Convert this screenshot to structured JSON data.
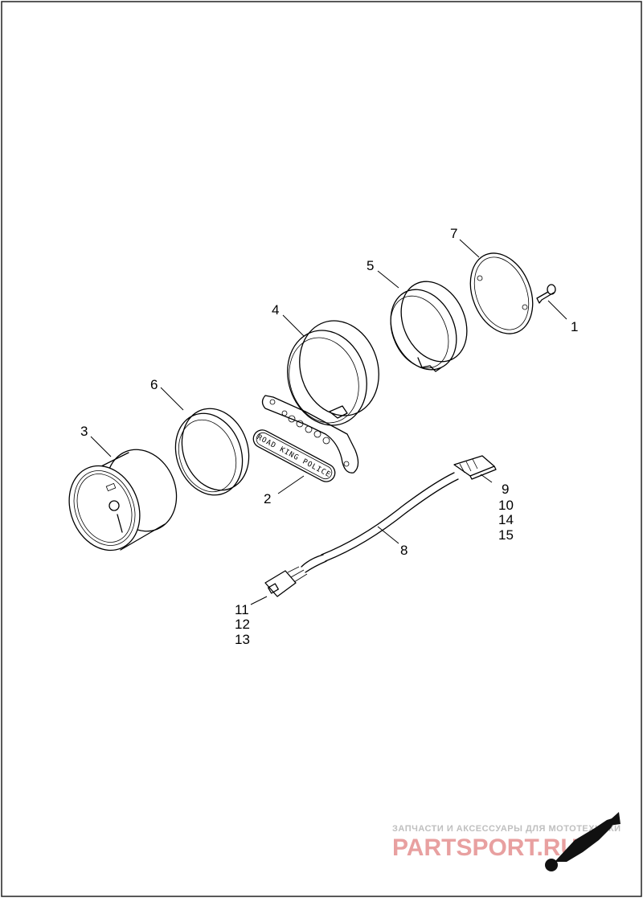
{
  "callouts": {
    "c1": "1",
    "c2": "2",
    "c3": "3",
    "c4": "4",
    "c5": "5",
    "c6": "6",
    "c7": "7",
    "c8": "8",
    "c9": "9",
    "c10": "10",
    "c14": "14",
    "c15": "15",
    "c11": "11",
    "c12": "12",
    "c13": "13"
  },
  "plate": {
    "text": "ROAD KING POLICE"
  },
  "watermark": {
    "tagline": "ЗАПЧАСТИ И АКСЕССУАРЫ ДЛЯ МОТОТЕХНИКИ",
    "brand": "PARTSPORT.RU",
    "brand_color": "#e8a0a0",
    "tagline_color": "#bfbfbf"
  },
  "frame_color": "#222222"
}
